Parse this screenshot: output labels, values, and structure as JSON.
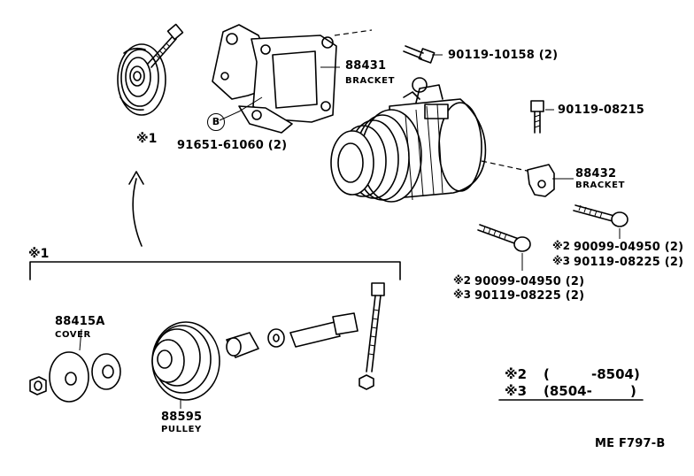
{
  "parts": {
    "bracket_88431": {
      "part_no": "88431",
      "name": "BRACKET"
    },
    "bracket_88432": {
      "part_no": "88432",
      "name": "BRACKET"
    },
    "cover_88415a": {
      "part_no": "88415A",
      "name": "COVER"
    },
    "pulley_88595": {
      "part_no": "88595",
      "name": "PULLEY"
    },
    "bolt_90119_10158": {
      "text": "90119-10158 (2)"
    },
    "bolt_90119_08215": {
      "text": "90119-08215"
    },
    "bolt_91651_61060": {
      "text": "91651-61060 (2)"
    },
    "bolt_right_2": {
      "mark": "※2",
      "text": "90099-04950 (2)"
    },
    "bolt_right_3": {
      "mark": "※3",
      "text": "90119-08225 (2)"
    },
    "bolt_mid_2": {
      "mark": "※2",
      "text": "90099-04950 (2)"
    },
    "bolt_mid_3": {
      "mark": "※3",
      "text": "90119-08225 (2)"
    }
  },
  "markers": {
    "ref_1_top": "※1",
    "ref_1_group": "※1",
    "ref_b": "B"
  },
  "legend": {
    "rows": [
      {
        "mark": "※2",
        "open": "(",
        "range": "-8504)"
      },
      {
        "mark": "※3",
        "open": "",
        "range": "(8504-",
        "close": ")"
      }
    ]
  },
  "drawing_code": "ME F797-B"
}
